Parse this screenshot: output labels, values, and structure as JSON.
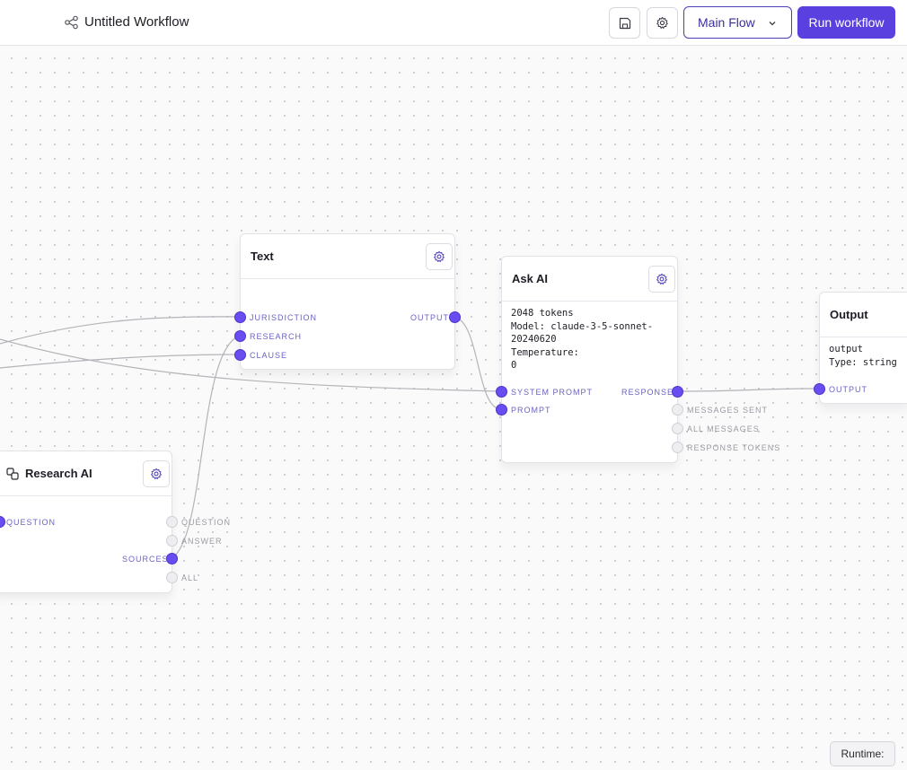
{
  "header": {
    "title": "Untitled Workflow",
    "flow_select": "Main Flow",
    "run_label": "Run workflow"
  },
  "nodes": {
    "text": {
      "title": "Text",
      "inputs": [
        "JURISDICTION",
        "RESEARCH",
        "CLAUSE"
      ],
      "output": "OUTPUT"
    },
    "ask_ai": {
      "title": "Ask AI",
      "info_lines": [
        "2048 tokens",
        "Model: claude-3-5-sonnet-",
        "20240620",
        "Temperature:",
        "0"
      ],
      "inputs": [
        "SYSTEM PROMPT",
        "PROMPT"
      ],
      "outputs": [
        "RESPONSE",
        "MESSAGES SENT",
        "ALL MESSAGES",
        "RESPONSE TOKENS"
      ]
    },
    "output": {
      "title": "Output",
      "info_lines": [
        "output",
        "Type: string"
      ],
      "input": "OUTPUT"
    },
    "research_ai": {
      "title": "Research AI",
      "input": "QUESTION",
      "outputs": [
        "QUESTION",
        "ANSWER",
        "SOURCES",
        "ALL"
      ],
      "sources_label": "SOURCES"
    }
  },
  "footer": {
    "runtime_label": "Runtime:"
  },
  "colors": {
    "accent": "#5b40e0",
    "port_active": "#6a4df0",
    "port_inactive": "#eeeef1",
    "edge": "#b3b3b9"
  },
  "icons": [
    "workflow-icon",
    "save-icon",
    "gear-icon",
    "chevron-down-icon",
    "research-icon"
  ]
}
